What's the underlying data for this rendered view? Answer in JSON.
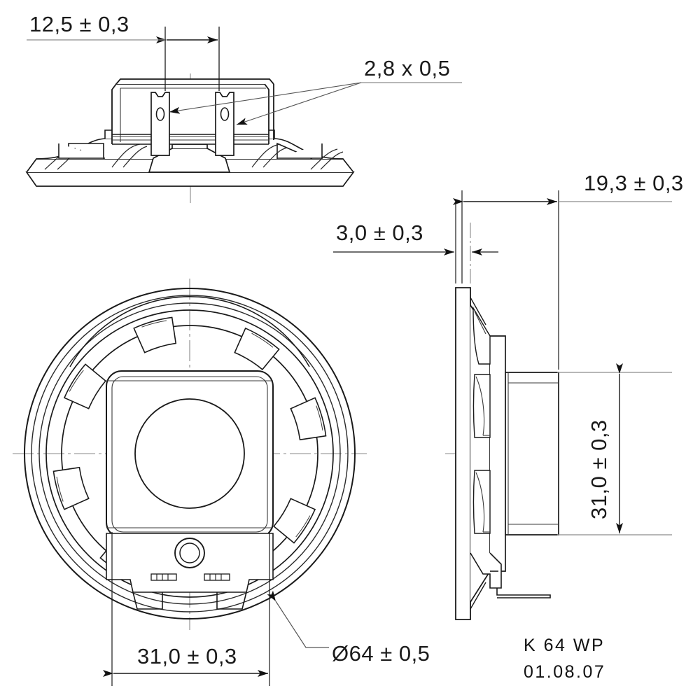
{
  "drawing": {
    "part_title": "K 64 WP",
    "date": "01.08.07",
    "dimensions": {
      "height_overall": "12,5 ± 0,3",
      "terminal_size": "2,8  x  0,5",
      "flange_thickness": "3,0 ± 0,3",
      "depth_overall": "19,3 ± 0,3",
      "basket_height": "31,0 ± 0,3",
      "mounting_width": "31,0 ± 0,3",
      "outer_diameter": "Ø64 ± 0,5"
    },
    "colors": {
      "line": "#1a1a1a",
      "thin_line": "#555555",
      "center_line": "#777777",
      "background": "#ffffff"
    },
    "views": {
      "top": "top-section-view",
      "front": "front-view",
      "side": "side-section-view"
    }
  }
}
